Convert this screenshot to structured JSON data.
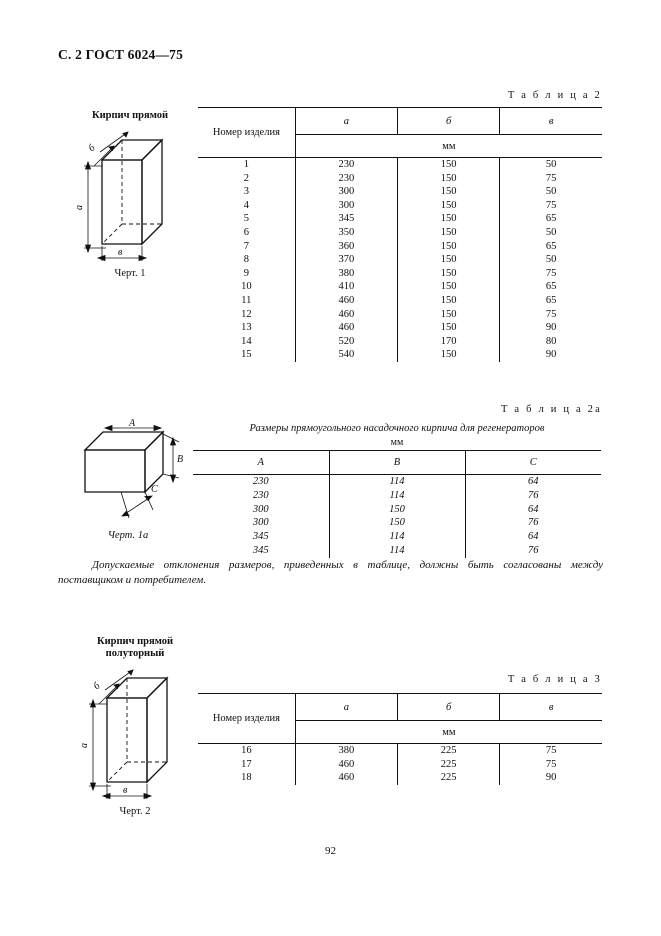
{
  "header": {
    "text": "С. 2 ГОСТ 6024—75"
  },
  "figure1": {
    "title": "Кирпич прямой",
    "caption": "Черт. 1",
    "labels": {
      "top": "б",
      "left": "а",
      "bottom": "в"
    }
  },
  "figure1a": {
    "caption": "Черт. 1а",
    "labels": {
      "top": "A",
      "right": "B",
      "front": "C"
    }
  },
  "figure2": {
    "title_line1": "Кирпич прямой",
    "title_line2": "полуторный",
    "caption": "Черт. 2",
    "labels": {
      "top": "б",
      "left": "а",
      "bottom": "в"
    }
  },
  "table2": {
    "label": "Т а б л и ц а   2",
    "headers": {
      "number": "Номер изделия",
      "a": "а",
      "b": "б",
      "v": "в",
      "units": "мм"
    },
    "rows": [
      {
        "no": "1",
        "a": "230",
        "b": "150",
        "v": "50"
      },
      {
        "no": "2",
        "a": "230",
        "b": "150",
        "v": "75"
      },
      {
        "no": "3",
        "a": "300",
        "b": "150",
        "v": "50"
      },
      {
        "no": "4",
        "a": "300",
        "b": "150",
        "v": "75"
      },
      {
        "no": "5",
        "a": "345",
        "b": "150",
        "v": "65"
      },
      {
        "no": "6",
        "a": "350",
        "b": "150",
        "v": "50"
      },
      {
        "no": "7",
        "a": "360",
        "b": "150",
        "v": "65"
      },
      {
        "no": "8",
        "a": "370",
        "b": "150",
        "v": "50"
      },
      {
        "no": "9",
        "a": "380",
        "b": "150",
        "v": "75"
      },
      {
        "no": "10",
        "a": "410",
        "b": "150",
        "v": "65"
      },
      {
        "no": "11",
        "a": "460",
        "b": "150",
        "v": "65"
      },
      {
        "no": "12",
        "a": "460",
        "b": "150",
        "v": "75"
      },
      {
        "no": "13",
        "a": "460",
        "b": "150",
        "v": "90"
      },
      {
        "no": "14",
        "a": "520",
        "b": "170",
        "v": "80"
      },
      {
        "no": "15",
        "a": "540",
        "b": "150",
        "v": "90"
      }
    ]
  },
  "table2a": {
    "label": "Т а б л и ц а   2а",
    "title": "Размеры прямоугольного насадочного кирпича для регенераторов",
    "units": "мм",
    "headers": {
      "A": "A",
      "B": "B",
      "C": "C"
    },
    "rows": [
      {
        "A": "230",
        "B": "114",
        "C": "64"
      },
      {
        "A": "230",
        "B": "114",
        "C": "76"
      },
      {
        "A": "300",
        "B": "150",
        "C": "64"
      },
      {
        "A": "300",
        "B": "150",
        "C": "76"
      },
      {
        "A": "345",
        "B": "114",
        "C": "64"
      },
      {
        "A": "345",
        "B": "114",
        "C": "76"
      }
    ]
  },
  "note": {
    "text": "Допускаемые отклонения размеров, приведенных в таблице, должны быть согласованы между поставщиком и потребителем."
  },
  "table3": {
    "label": "Т а б л и ц а   3",
    "headers": {
      "number": "Номер изделия",
      "a": "а",
      "b": "б",
      "v": "в",
      "units": "мм"
    },
    "rows": [
      {
        "no": "16",
        "a": "380",
        "b": "225",
        "v": "75"
      },
      {
        "no": "17",
        "a": "460",
        "b": "225",
        "v": "75"
      },
      {
        "no": "18",
        "a": "460",
        "b": "225",
        "v": "90"
      }
    ]
  },
  "footer": {
    "page_number": "92"
  }
}
